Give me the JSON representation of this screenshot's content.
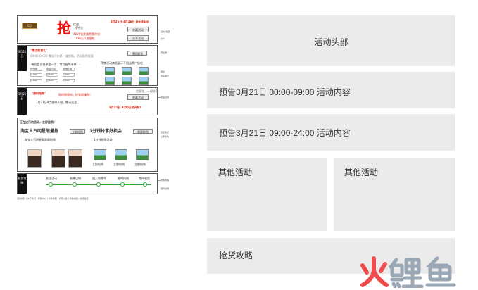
{
  "mockup": {
    "header": {
      "logo_text": "EQ",
      "big_char": "抢",
      "tag_line1": "优惠",
      "tag_line2": "抢不完",
      "promo_line1": "4000张优惠劵等你抢",
      "promo_line2": "200万只限量抢",
      "date_text": "3月21日-3月26日 jeeshion",
      "btn_fav": "收藏活动",
      "btn_share": "分享活动"
    },
    "pre1": {
      "side_text": "3月21日",
      "title": "\"零点首发礼\"",
      "time_text": "00:00-09:00 零点开始第一波抢购，活动限时限量",
      "btn": "预提醒我",
      "sub_title": "-每位会员限参加一次，零点抢购不停！-",
      "pic_title": "预售活动商品展示不限品牌广告位",
      "cells": [
        "优惠券",
        "折扣力度",
        "抢购人数",
        "1,000",
        "1,000",
        "1,000",
        "1,000",
        "1,000",
        "1,000"
      ]
    },
    "pre2": {
      "side_text": "3月21日",
      "title": "\"限时抢购\"",
      "subtitle": "限时限量抢，抢到就赚到！",
      "desc": "3月21日9点准时开抢，敬请关注",
      "btn": "收藏活动",
      "notice": "3月21日 9:00正式开抢！",
      "small_note": "提醒我，一键收藏"
    },
    "other": {
      "title": "正在进行的活动，立即抢购！",
      "left_title": "淘宝人气明星限量抢",
      "left_btn": "立即抢购",
      "left_desc": "淘宝人气明星款限量抢购",
      "right_title": "1分钱抢拿好机会",
      "right_btn": "我要抢购",
      "right_desc": "1分钱抢购活动",
      "pic_label": "立即抢购"
    },
    "tips": {
      "side_text": "抢货攻略",
      "steps": [
        "关注活动",
        "收藏店铺",
        "加入购物车",
        "准时抢购",
        "等待收货"
      ]
    },
    "footer_text": "活动规则 | 关于我们 | 帮助中心 | 联系客服 | 商家入驻 | 网站地图 | 友情链接",
    "annotations": [
      "活动-收藏",
      "分享",
      "预提醒",
      "限时",
      "商品展示",
      "收藏活动",
      "直接购买",
      "立即抢购",
      "抢购攻略",
      "规则说明"
    ]
  },
  "sections": {
    "header": "活动头部",
    "pre1": "预告3月21日 00:00-09:00 活动内容",
    "pre2": "预告3月21日 09:00-24:00 活动内容",
    "other1": "其他活动",
    "other2": "其他活动",
    "tips": "抢货攻略"
  },
  "watermark": "火鲤鱼",
  "colors": {
    "box_bg": "#ebebeb",
    "accent_red": "#e11111",
    "watermark_red": "#f04a4a",
    "watermark_gray": "#9aa7b4"
  }
}
